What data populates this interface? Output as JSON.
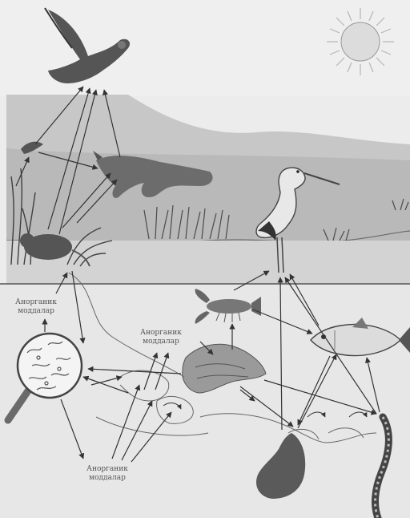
{
  "labels": {
    "inorganic_left": "Анорганик\nмоддалар",
    "inorganic_middle": "Анорганик\nмоддалар",
    "inorganic_bottom": "Анорганик\nмоддалар"
  },
  "colors": {
    "background": "#ececec",
    "hill": "#c7c7c7",
    "land": "#b6b6b6",
    "water": "#e6e6e6",
    "ink": "#444444",
    "arrow": "#333333",
    "sun": "#d9d9d9"
  },
  "icons": [
    "sun-icon",
    "eagle-icon",
    "fox-icon",
    "stork-icon",
    "reeds-icon",
    "rodent-icon",
    "crayfish-icon",
    "fish-icon",
    "algae-icon",
    "bacteria-magnifier-icon",
    "worm-icon",
    "mollusk-icon"
  ]
}
